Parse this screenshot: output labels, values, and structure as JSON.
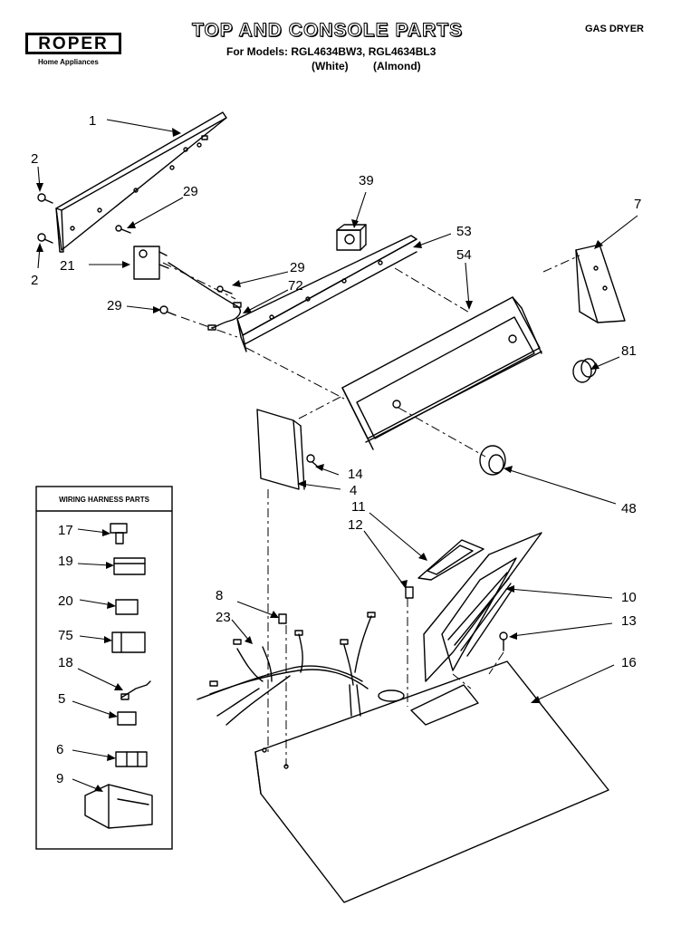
{
  "header": {
    "brand": "ROPER",
    "brand_sub": "Home Appliances",
    "title": "TOP AND CONSOLE PARTS",
    "models": "For Models: RGL4634BW3, RGL4634BL3",
    "color_white": "(White)",
    "color_almond": "(Almond)",
    "product_type": "GAS DRYER"
  },
  "harness_box": {
    "title": "WIRING HARNESS PARTS",
    "callouts": [
      "17",
      "19",
      "20",
      "75",
      "18",
      "5",
      "6",
      "9"
    ]
  },
  "callouts": [
    "1",
    "2",
    "29",
    "2",
    "21",
    "39",
    "53",
    "54",
    "7",
    "29",
    "72",
    "29",
    "81",
    "14",
    "4",
    "48",
    "11",
    "12",
    "8",
    "23",
    "10",
    "13",
    "16"
  ]
}
